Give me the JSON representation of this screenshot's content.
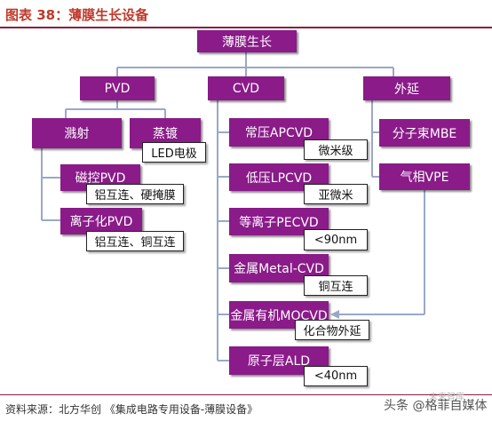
{
  "title": "图表 38：薄膜生长设备",
  "source": "资料来源：北方华创 《集成电路专用设备-薄膜设备》",
  "watermark": {
    "text": "头条 @格菲自媒体",
    "sub": "未来智库"
  },
  "nodes": {
    "root": "薄膜生长",
    "pvd": "PVD",
    "cvd": "CVD",
    "epi": "外延",
    "sputter": "溅射",
    "evap": "蒸镀",
    "evap_note": "LED电极",
    "magnetron": "磁控PVD",
    "magnetron_note": "铝互连、硬掩膜",
    "ion_pvd": "离子化PVD",
    "ion_pvd_note": "铝互连、铜互连",
    "apcvd": "常压APCVD",
    "apcvd_note": "微米级",
    "lpcvd": "低压LPCVD",
    "lpcvd_note": "亚微米",
    "pecvd": "等离子PECVD",
    "pecvd_note": "<90nm",
    "metal_cvd": "金属Metal-CVD",
    "metal_cvd_note": "铜互连",
    "mocvd": "金属有机MOCVD",
    "mocvd_note": "化合物外延",
    "ald": "原子层ALD",
    "ald_note": "<40nm",
    "mbe": "分子束MBE",
    "vpe": "气相VPE"
  },
  "colors": {
    "box": "#8a1b89",
    "connector": "#9aa8c8",
    "title": "#c0392b"
  }
}
